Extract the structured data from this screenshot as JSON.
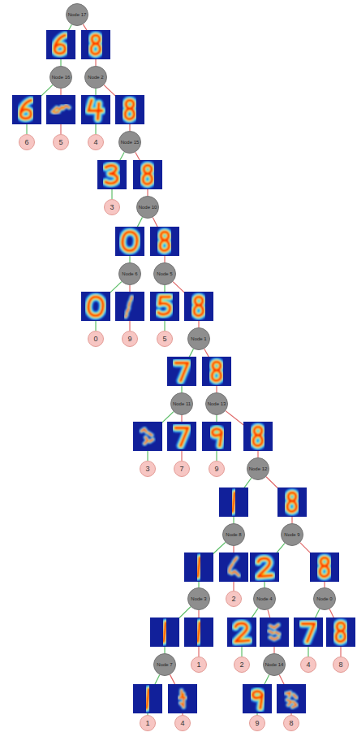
{
  "diagram": {
    "nodes": [
      {
        "text": [
          "Node 17"
        ]
      },
      {
        "text": [
          "Node 16"
        ]
      },
      {
        "text": [
          "Node 2"
        ]
      },
      {
        "text": [
          "6"
        ]
      },
      {
        "text": [
          "5"
        ]
      },
      {
        "text": [
          "4"
        ]
      },
      {
        "text": [
          "Node 15"
        ]
      },
      {
        "text": [
          "3"
        ]
      },
      {
        "text": [
          "Node 10"
        ]
      },
      {
        "text": [
          "Node 6"
        ]
      },
      {
        "text": [
          "Node 5"
        ]
      },
      {
        "text": [
          "0"
        ]
      },
      {
        "text": [
          "9"
        ]
      },
      {
        "text": [
          "5"
        ]
      },
      {
        "text": [
          "Node 1"
        ]
      },
      {
        "text": [
          "Node 11"
        ]
      },
      {
        "text": [
          "Node 13"
        ]
      },
      {
        "text": [
          "3"
        ]
      },
      {
        "text": [
          "7"
        ]
      },
      {
        "text": [
          "9"
        ]
      },
      {
        "text": [
          "Node 12"
        ]
      },
      {
        "text": [
          "Node 8"
        ]
      },
      {
        "text": [
          "Node 9"
        ]
      },
      {
        "text": [
          "Node 3"
        ]
      },
      {
        "text": [
          "2"
        ]
      },
      {
        "text": [
          "Node 4"
        ]
      },
      {
        "text": [
          "Node 0"
        ]
      },
      {
        "text": [
          "Node 7"
        ]
      },
      {
        "text": [
          "1"
        ]
      },
      {
        "text": [
          "2"
        ]
      },
      {
        "text": [
          "Node 14"
        ]
      },
      {
        "text": [
          "4"
        ]
      },
      {
        "text": [
          "8"
        ]
      },
      {
        "text": [
          "1"
        ]
      },
      {
        "text": [
          "4"
        ]
      },
      {
        "text": [
          "9"
        ]
      },
      {
        "text": [
          "8"
        ]
      }
    ],
    "edges": [
      {
        "from": 0,
        "to": 1,
        "arrow": "none"
      },
      {
        "from": 0,
        "to": 2,
        "arrow": "none"
      },
      {
        "from": 1,
        "to": 3,
        "arrow": "none"
      },
      {
        "from": 1,
        "to": 4,
        "arrow": "none"
      },
      {
        "from": 2,
        "to": 5,
        "arrow": "none"
      },
      {
        "from": 2,
        "to": 6,
        "arrow": "none"
      },
      {
        "from": 6,
        "to": 7,
        "arrow": "none"
      },
      {
        "from": 6,
        "to": 8,
        "arrow": "none"
      },
      {
        "from": 8,
        "to": 9,
        "arrow": "none"
      },
      {
        "from": 8,
        "to": 10,
        "arrow": "none"
      },
      {
        "from": 9,
        "to": 11,
        "arrow": "none"
      },
      {
        "from": 9,
        "to": 12,
        "arrow": "none"
      },
      {
        "from": 10,
        "to": 13,
        "arrow": "none"
      },
      {
        "from": 10,
        "to": 14,
        "arrow": "none"
      },
      {
        "from": 14,
        "to": 15,
        "arrow": "none"
      },
      {
        "from": 14,
        "to": 16,
        "arrow": "none"
      },
      {
        "from": 15,
        "to": 17,
        "arrow": "none"
      },
      {
        "from": 15,
        "to": 18,
        "arrow": "none"
      },
      {
        "from": 16,
        "to": 19,
        "arrow": "none"
      },
      {
        "from": 16,
        "to": 20,
        "arrow": "none"
      },
      {
        "from": 20,
        "to": 21,
        "arrow": "none"
      },
      {
        "from": 20,
        "to": 22,
        "arrow": "none"
      },
      {
        "from": 21,
        "to": 23,
        "arrow": "none"
      },
      {
        "from": 21,
        "to": 24,
        "arrow": "none"
      },
      {
        "from": 22,
        "to": 25,
        "arrow": "none"
      },
      {
        "from": 22,
        "to": 26,
        "arrow": "none"
      },
      {
        "from": 23,
        "to": 27,
        "arrow": "none"
      },
      {
        "from": 23,
        "to": 28,
        "arrow": "none"
      },
      {
        "from": 25,
        "to": 29,
        "arrow": "none"
      },
      {
        "from": 25,
        "to": 30,
        "arrow": "none"
      },
      {
        "from": 26,
        "to": 31,
        "arrow": "none"
      },
      {
        "from": 26,
        "to": 32,
        "arrow": "none"
      },
      {
        "from": 27,
        "to": 33,
        "arrow": "none"
      },
      {
        "from": 27,
        "to": 34,
        "arrow": "none"
      },
      {
        "from": 30,
        "to": 35,
        "arrow": "none"
      },
      {
        "from": 30,
        "to": 36,
        "arrow": "none"
      }
    ]
  }
}
